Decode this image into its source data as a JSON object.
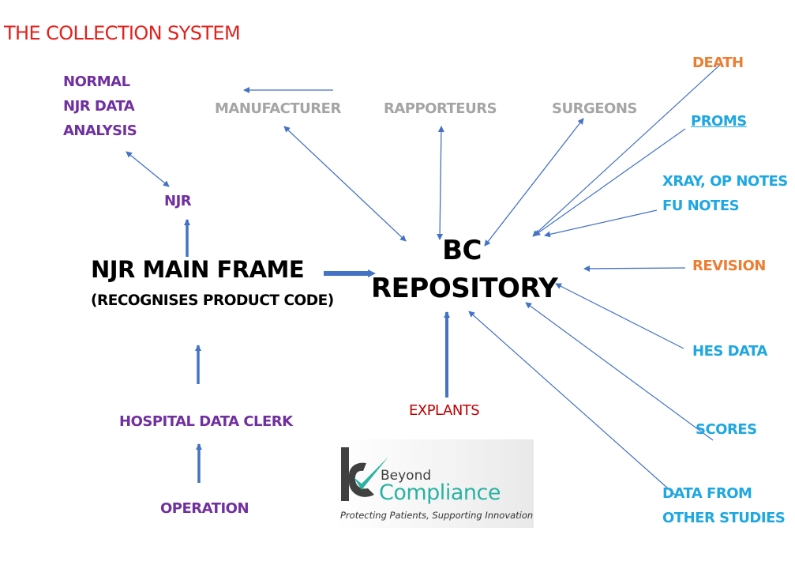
{
  "title": "THE COLLECTION SYSTEM",
  "nodes": {
    "normal_analysis": [
      "NORMAL",
      "NJR DATA",
      "ANALYSIS"
    ],
    "njr": "NJR",
    "njr_main_frame": "NJR MAIN FRAME",
    "njr_main_frame_sub": "(RECOGNISES PRODUCT CODE)",
    "hospital_data_clerk": "HOSPITAL DATA CLERK",
    "operation": "OPERATION",
    "manufacturer": "MANUFACTURER",
    "rapporteurs": "RAPPORTEURS",
    "surgeons": "SURGEONS",
    "bc_repository": [
      "BC",
      "REPOSITORY"
    ],
    "explants": "EXPLANTS",
    "death": "DEATH",
    "proms": "PROMS",
    "xray_notes": [
      "XRAY, OP NOTES",
      "FU NOTES"
    ],
    "revision": "REVISION",
    "hes_data": "HES DATA",
    "scores": "SCORES",
    "data_other_studies": [
      "DATA FROM",
      "OTHER STUDIES"
    ]
  },
  "logo": {
    "line1": "Beyond",
    "line2": "Compliance",
    "tagline": "Protecting Patients, Supporting Innovation"
  },
  "colors": {
    "title": "#e3201b",
    "purple": "#7030a0",
    "grey": "#a5a5a5",
    "orange": "#ed7d31",
    "blue": "#1ea7e1",
    "red": "#c00000",
    "arrow": "#4472c4",
    "logo_teal": "#2bb2a3"
  }
}
